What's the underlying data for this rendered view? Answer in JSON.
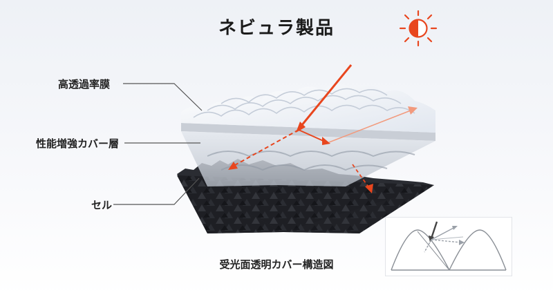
{
  "title": "ネビュラ製品",
  "labels": {
    "film": "高透過率膜",
    "cover": "性能増強カバー層",
    "cell": "セル"
  },
  "caption": "受光面透明カバー構造図",
  "icons": {
    "sun": "sun-icon"
  },
  "colors": {
    "accent": "#e8461e",
    "cell": "#1e1f24",
    "cover": "#c6ccd4",
    "leader": "#555555"
  }
}
